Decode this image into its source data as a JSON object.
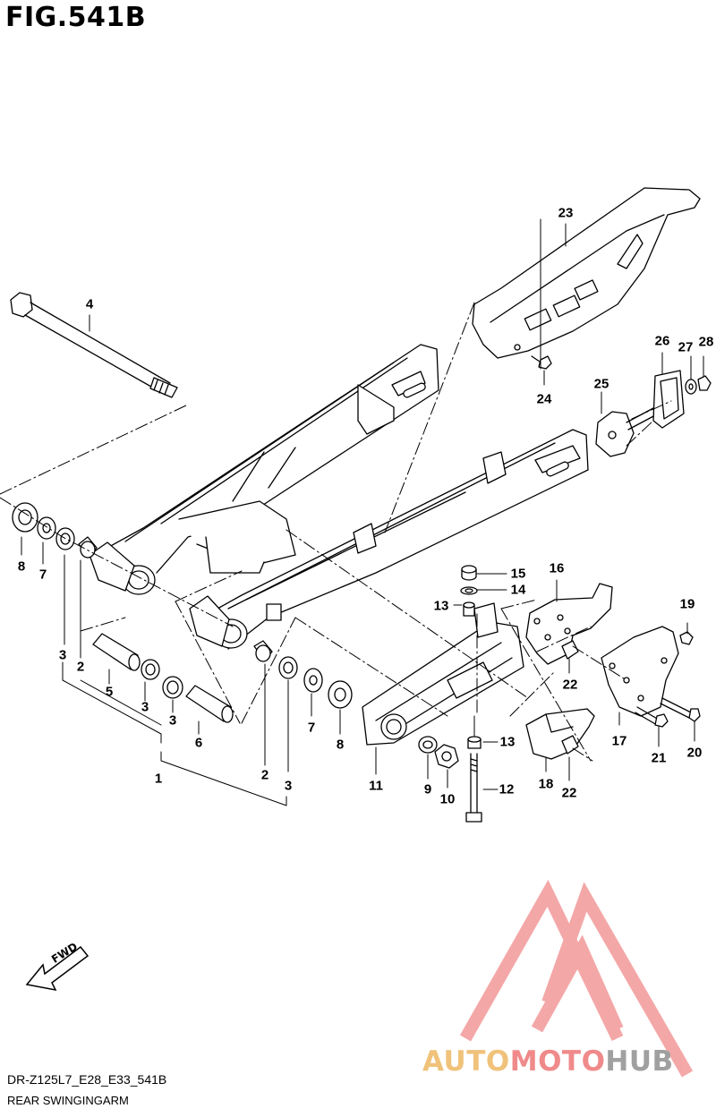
{
  "figure": {
    "title": "FIG.541B"
  },
  "callouts": [
    {
      "id": "1",
      "label": "1"
    },
    {
      "id": "2a",
      "label": "2"
    },
    {
      "id": "2b",
      "label": "2"
    },
    {
      "id": "3a",
      "label": "3"
    },
    {
      "id": "3b",
      "label": "3"
    },
    {
      "id": "3c",
      "label": "3"
    },
    {
      "id": "3d",
      "label": "3"
    },
    {
      "id": "4",
      "label": "4"
    },
    {
      "id": "5",
      "label": "5"
    },
    {
      "id": "6",
      "label": "6"
    },
    {
      "id": "7a",
      "label": "7"
    },
    {
      "id": "7b",
      "label": "7"
    },
    {
      "id": "8a",
      "label": "8"
    },
    {
      "id": "8b",
      "label": "8"
    },
    {
      "id": "9",
      "label": "9"
    },
    {
      "id": "10",
      "label": "10"
    },
    {
      "id": "11",
      "label": "11"
    },
    {
      "id": "12",
      "label": "12"
    },
    {
      "id": "13a",
      "label": "13"
    },
    {
      "id": "13b",
      "label": "13"
    },
    {
      "id": "14",
      "label": "14"
    },
    {
      "id": "15",
      "label": "15"
    },
    {
      "id": "16",
      "label": "16"
    },
    {
      "id": "17",
      "label": "17"
    },
    {
      "id": "18",
      "label": "18"
    },
    {
      "id": "19",
      "label": "19"
    },
    {
      "id": "20",
      "label": "20"
    },
    {
      "id": "21",
      "label": "21"
    },
    {
      "id": "22a",
      "label": "22"
    },
    {
      "id": "22b",
      "label": "22"
    },
    {
      "id": "23",
      "label": "23"
    },
    {
      "id": "24",
      "label": "24"
    },
    {
      "id": "25",
      "label": "25"
    },
    {
      "id": "26",
      "label": "26"
    },
    {
      "id": "27",
      "label": "27"
    },
    {
      "id": "28",
      "label": "28"
    }
  ],
  "fwd_arrow": {
    "label": "FWD"
  },
  "footer": {
    "model_code": "DR-Z125L7_E28_E33_541B",
    "part_name": "REAR SWINGINGARM"
  },
  "watermark": {
    "part_a": "AUTO",
    "part_b": "MOTO",
    "part_c": "HUB",
    "colors": {
      "auto": "#f0c27a",
      "moto": "#f08a8a",
      "hub": "#a0a0a0",
      "logo": "#f4a3a3"
    }
  }
}
